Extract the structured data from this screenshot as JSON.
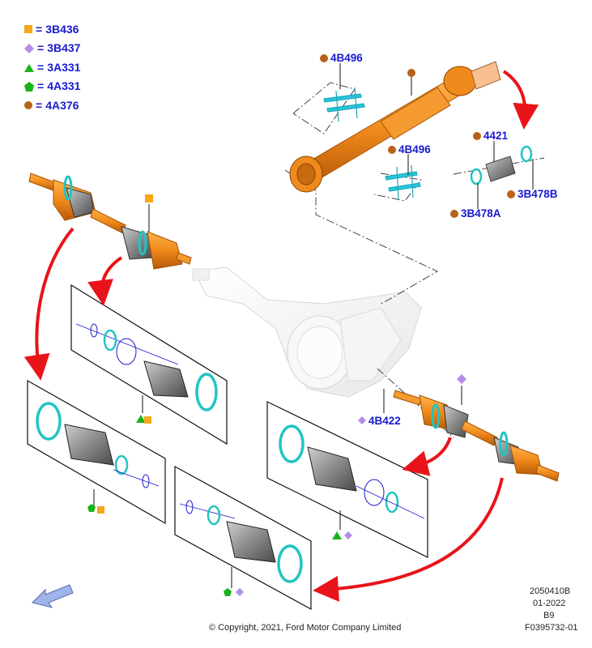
{
  "legend": [
    {
      "symbol": "orange-square",
      "eq": "=",
      "part": "3B436"
    },
    {
      "symbol": "purple-diamond",
      "eq": "=",
      "part": "3B437"
    },
    {
      "symbol": "green-triangle",
      "eq": "=",
      "part": "3A331"
    },
    {
      "symbol": "green-pentagon",
      "eq": "=",
      "part": "4A331"
    },
    {
      "symbol": "brown-circle",
      "eq": "=",
      "part": "4A376"
    }
  ],
  "callouts": {
    "u_joint_top": "4B496",
    "u_joint_mid": "4B496",
    "center_bearing": "4421",
    "snap_ring_b": "3B478B",
    "snap_ring_a": "3B478A",
    "right_shaft_clip": "4B422"
  },
  "footer": {
    "diagram_code": "2050410B",
    "date": "01-2022",
    "revision": "B9",
    "figure_id": "F0395732-01",
    "copyright": "© Copyright, 2021, Ford Motor Company Limited"
  },
  "colors": {
    "callout_text": "#1a1ad0",
    "shaft_orange": "#f08a1c",
    "boot_teal": "#22c4c4",
    "arrow_red": "#e8141a",
    "legend_square": "#f5a81c",
    "legend_diamond": "#b48ce8",
    "legend_green": "#19b419",
    "legend_circle": "#b8621a"
  }
}
